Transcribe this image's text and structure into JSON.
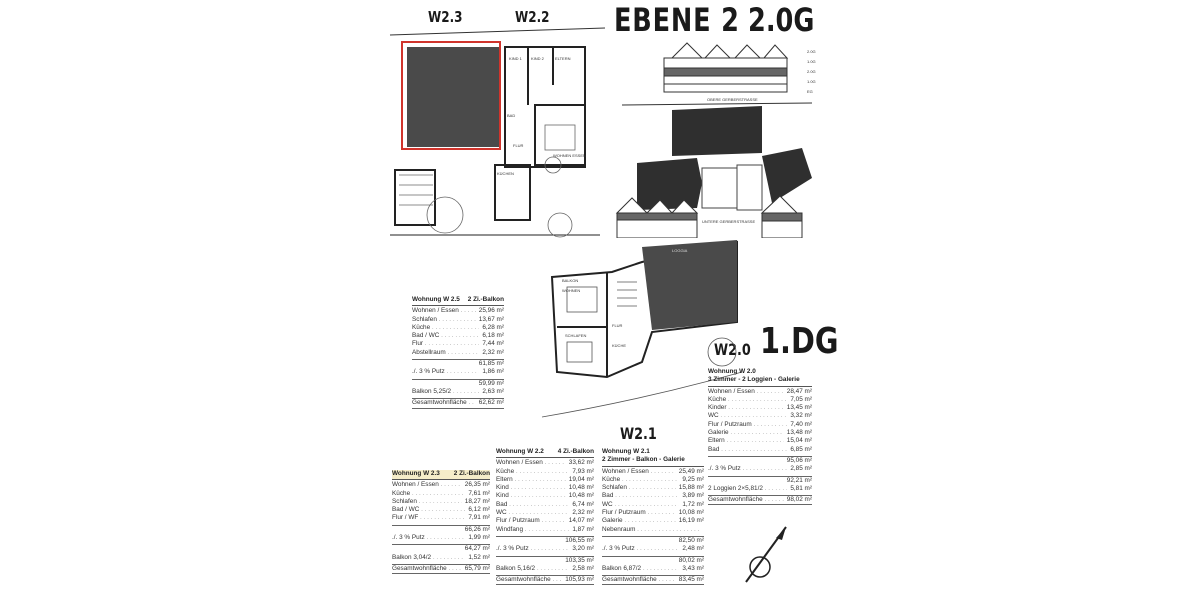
{
  "header": {
    "level_title": "EBENE 2",
    "floor_code": "2.0G",
    "unit_w23": "W2.3",
    "unit_w22": "W2.2",
    "unit_w20": "W2.0",
    "floor_1dg": "1.DG",
    "unit_w21": "W2.1"
  },
  "plan_labels": {
    "kind1": "KIND 1",
    "kind2": "KIND 2",
    "eltern": "ELTERN",
    "bad": "BAD",
    "flur": "FLUR",
    "wohnen_essen": "WOHNEN ESSEN",
    "kuechen": "KÜCHEN",
    "balkon": "BALKON",
    "loggia": "LOGGIA",
    "schlafen": "SCHLAFEN",
    "kuche": "KÜCHE",
    "wohnen": "WOHNEN"
  },
  "site_plan": {
    "street_top": "OBERE GERBERSTRASSE",
    "street_bottom": "UNTERE GERBERSTRASSE",
    "levels": [
      "2.0G",
      "1.0G",
      "2.0G",
      "1.0G",
      "EG"
    ]
  },
  "highlight_color": "#d0342c",
  "tables": {
    "w25": {
      "title": "Wohnung W 2.5",
      "type": "2 Zi.-Balkon",
      "rows": [
        [
          "Wohnen / Essen",
          "25,96 m²"
        ],
        [
          "Schlafen",
          "13,67 m²"
        ],
        [
          "Küche",
          "6,28 m²"
        ],
        [
          "Bad / WC",
          "6,18 m²"
        ],
        [
          "Flur",
          "7,44 m²"
        ],
        [
          "Abstellraum",
          "2,32 m²"
        ]
      ],
      "subtotal": "61,85 m²",
      "putz": [
        "./. 3 % Putz",
        "1,86 m²"
      ],
      "subtotal2": "59,99 m²",
      "balkon": [
        "Balkon 5,25/2",
        "2,63 m²"
      ],
      "total": [
        "Gesamtwohnfläche",
        "62,62 m²"
      ]
    },
    "w23": {
      "title": "Wohnung W 2.3",
      "type": "2 Zi.-Balkon",
      "rows": [
        [
          "Wohnen / Essen",
          "26,35 m²"
        ],
        [
          "Küche",
          "7,61 m²"
        ],
        [
          "Schlafen",
          "18,27 m²"
        ],
        [
          "Bad / WC",
          "6,12 m²"
        ],
        [
          "Flur / WF",
          "7,91 m²"
        ]
      ],
      "subtotal": "66,26 m²",
      "putz": [
        "./. 3 % Putz",
        "1,99 m²"
      ],
      "subtotal2": "64,27 m²",
      "balkon": [
        "Balkon 3,04/2",
        "1,52 m²"
      ],
      "total": [
        "Gesamtwohnfläche",
        "65,79 m²"
      ]
    },
    "w22": {
      "title": "Wohnung W 2.2",
      "type": "4 Zi.-Balkon",
      "rows": [
        [
          "Wohnen / Essen",
          "33,62 m²"
        ],
        [
          "Küche",
          "7,93 m²"
        ],
        [
          "Eltern",
          "19,04 m²"
        ],
        [
          "Kind",
          "10,48 m²"
        ],
        [
          "Kind",
          "10,48 m²"
        ],
        [
          "Bad",
          "6,74 m²"
        ],
        [
          "WC",
          "2,32 m²"
        ],
        [
          "Flur / Putzraum",
          "14,07 m²"
        ],
        [
          "Windfang",
          "1,87 m²"
        ]
      ],
      "subtotal": "106,55 m²",
      "putz": [
        "./. 3 % Putz",
        "3,20 m²"
      ],
      "subtotal2": "103,35 m²",
      "balkon": [
        "Balkon 5,16/2",
        "2,58 m²"
      ],
      "total": [
        "Gesamtwohnfläche",
        "105,93 m²"
      ]
    },
    "w21": {
      "title": "Wohnung W 2.1",
      "type": "2 Zimmer - Balkon - Galerie",
      "rows": [
        [
          "Wohnen / Essen",
          "25,49 m²"
        ],
        [
          "Küche",
          "9,25 m²"
        ],
        [
          "Schlafen",
          "15,88 m²"
        ],
        [
          "Bad",
          "3,89 m²"
        ],
        [
          "WC",
          "1,72 m²"
        ],
        [
          "Flur / Putzraum",
          "10,08 m²"
        ],
        [
          "Galerie",
          "16,19 m²"
        ],
        [
          "Nebenraum",
          ""
        ]
      ],
      "subtotal": "82,50 m²",
      "putz": [
        "./. 3 % Putz",
        "2,48 m²"
      ],
      "subtotal2": "80,02 m²",
      "balkon": [
        "Balkon 6,87/2",
        "3,43 m²"
      ],
      "total": [
        "Gesamtwohnfläche",
        "83,45 m²"
      ]
    },
    "w20": {
      "title": "Wohnung W 2.0",
      "type": "3 Zimmer - 2 Loggien - Galerie",
      "rows": [
        [
          "Wohnen / Essen",
          "28,47 m²"
        ],
        [
          "Küche",
          "7,05 m²"
        ],
        [
          "Kinder",
          "13,45 m²"
        ],
        [
          "WC",
          "3,32 m²"
        ],
        [
          "Flur / Putzraum",
          "7,40 m²"
        ],
        [
          "Galerie",
          "13,48 m²"
        ],
        [
          "Eltern",
          "15,04 m²"
        ],
        [
          "Bad",
          "6,85 m²"
        ]
      ],
      "subtotal": "95,06 m²",
      "putz": [
        "./. 3 % Putz",
        "2,85 m²"
      ],
      "subtotal2": "92,21 m²",
      "balkon": [
        "2 Loggien 2×5,81/2",
        "5,81 m²"
      ],
      "total": [
        "Gesamtwohnfläche",
        "98,02 m²"
      ]
    }
  }
}
